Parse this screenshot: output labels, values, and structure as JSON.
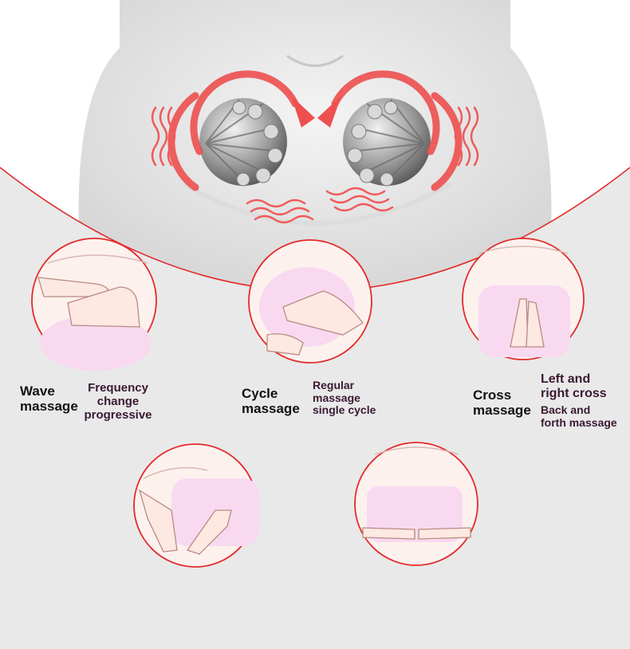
{
  "colors": {
    "accent_red": "#e32b2b",
    "arrow_red": "#ee5050",
    "pink_fill": "#f8d9f0",
    "skin": "#fdf1ee",
    "panel_gray": "#e9e9e9"
  },
  "icons": [
    "circular-arrow-icon",
    "vibration-wave-icon",
    "massage-head-icon",
    "hand-icon"
  ],
  "modes": [
    {
      "name": "Wave\nmassage",
      "description": "Frequency\nchange\nprogressive"
    },
    {
      "name": "Cycle\nmassage",
      "description": "Regular\nmassage\nsingle cycle"
    },
    {
      "name": "Cross\nmassage",
      "description": "Left and\nright cross",
      "description_2": "Back and\nforth massage"
    }
  ]
}
